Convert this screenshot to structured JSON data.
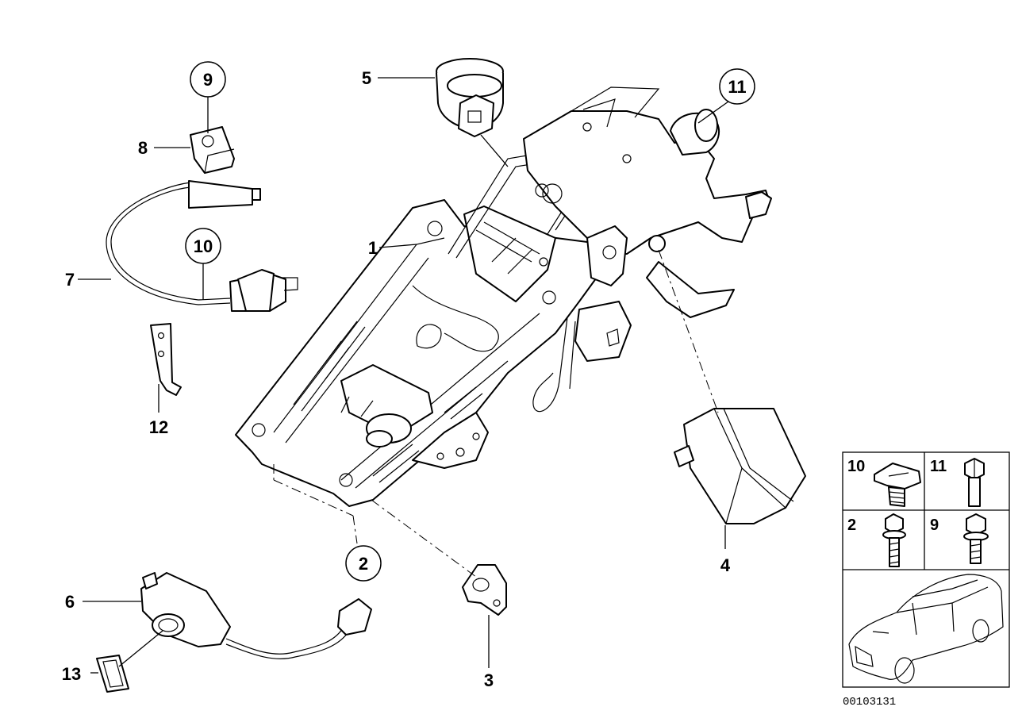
{
  "callouts": {
    "c1": "1",
    "c2": "2",
    "c3": "3",
    "c4": "4",
    "c5": "5",
    "c6": "6",
    "c7": "7",
    "c8": "8",
    "c9": "9",
    "c10": "10",
    "c11": "11",
    "c12": "12",
    "c13": "13"
  },
  "legend": {
    "cell_a": "10",
    "cell_b": "11",
    "cell_c": "2",
    "cell_d": "9"
  },
  "document_id": "00103131"
}
